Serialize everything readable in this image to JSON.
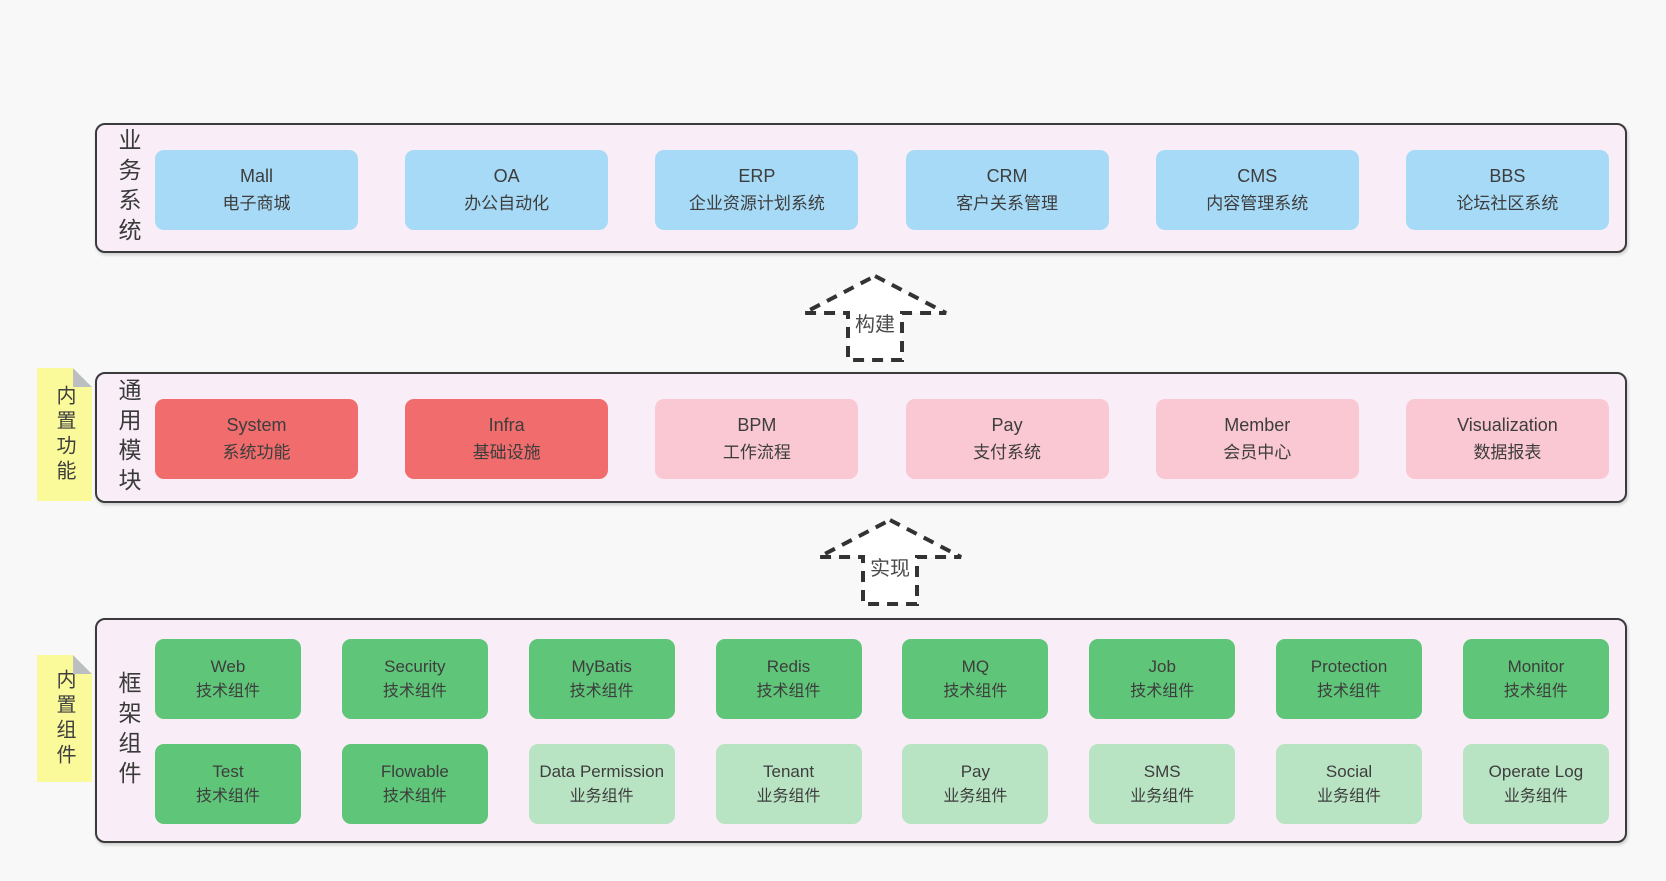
{
  "colors": {
    "page_bg": "#f8f8f8",
    "panel_bg": "#f9eef8",
    "panel_border": "#3b3b3b",
    "box_blue": "#a7daf6",
    "box_red": "#f16c6c",
    "box_pink": "#f9c8d2",
    "box_green": "#5fc578",
    "box_light_green": "#b9e4c3",
    "note_yellow": "#fafa9b",
    "note_fold_gray": "#bcbfc1",
    "text": "#3d3d3d"
  },
  "sections": {
    "business": {
      "label": "业务系统",
      "boxes": [
        {
          "en": "Mall",
          "zh": "电子商城"
        },
        {
          "en": "OA",
          "zh": "办公自动化"
        },
        {
          "en": "ERP",
          "zh": "企业资源计划系统"
        },
        {
          "en": "CRM",
          "zh": "客户关系管理"
        },
        {
          "en": "CMS",
          "zh": "内容管理系统"
        },
        {
          "en": "BBS",
          "zh": "论坛社区系统"
        }
      ]
    },
    "modules": {
      "label": "通用模块",
      "note": "内置功能",
      "boxes": [
        {
          "en": "System",
          "zh": "系统功能"
        },
        {
          "en": "Infra",
          "zh": "基础设施"
        },
        {
          "en": "BPM",
          "zh": "工作流程"
        },
        {
          "en": "Pay",
          "zh": "支付系统"
        },
        {
          "en": "Member",
          "zh": "会员中心"
        },
        {
          "en": "Visualization",
          "zh": "数据报表"
        }
      ]
    },
    "framework": {
      "label": "框架组件",
      "note": "内置组件",
      "row1": [
        {
          "en": "Web",
          "zh": "技术组件"
        },
        {
          "en": "Security",
          "zh": "技术组件"
        },
        {
          "en": "MyBatis",
          "zh": "技术组件"
        },
        {
          "en": "Redis",
          "zh": "技术组件"
        },
        {
          "en": "MQ",
          "zh": "技术组件"
        },
        {
          "en": "Job",
          "zh": "技术组件"
        },
        {
          "en": "Protection",
          "zh": "技术组件"
        },
        {
          "en": "Monitor",
          "zh": "技术组件"
        }
      ],
      "row2": [
        {
          "en": "Test",
          "zh": "技术组件"
        },
        {
          "en": "Flowable",
          "zh": "技术组件"
        },
        {
          "en": "Data Permission",
          "zh": "业务组件"
        },
        {
          "en": "Tenant",
          "zh": "业务组件"
        },
        {
          "en": "Pay",
          "zh": "业务组件"
        },
        {
          "en": "SMS",
          "zh": "业务组件"
        },
        {
          "en": "Social",
          "zh": "业务组件"
        },
        {
          "en": "Operate Log",
          "zh": "业务组件"
        }
      ]
    }
  },
  "arrows": {
    "build": "构建",
    "implement": "实现"
  }
}
